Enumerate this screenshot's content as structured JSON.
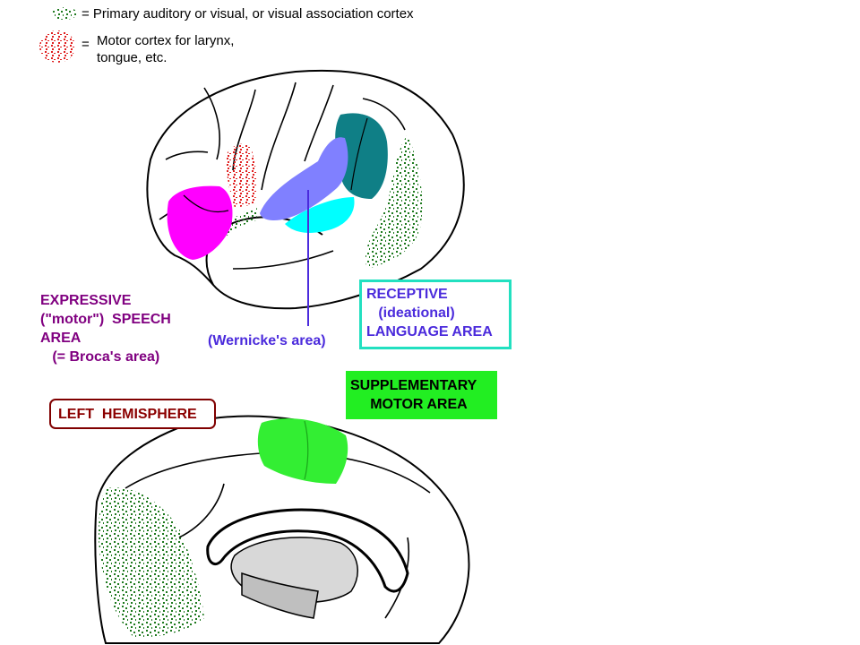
{
  "legend": {
    "association_cortex": "= Primary auditory or visual, or visual association cortex",
    "motor_cortex_eq": "=",
    "motor_cortex_line1": "Motor cortex for larynx,",
    "motor_cortex_line2": "tongue, etc."
  },
  "labels": {
    "expressive": [
      "EXPRESSIVE",
      "(\"motor\")  SPEECH",
      "AREA",
      "   (= Broca's area)"
    ],
    "wernicke": "(Wernicke's area)",
    "receptive": [
      "RECEPTIVE",
      "   (ideational)",
      "LANGUAGE AREA"
    ],
    "supplementary": [
      "SUPPLEMENTARY",
      "     MOTOR AREA"
    ],
    "hemisphere": "LEFT  HEMISPHERE"
  },
  "colors": {
    "broca": "#ff00ff",
    "motor_speckle": "#e02020",
    "association_speckle": "#1f7a1f",
    "wernicke": "#8080ff",
    "auditory": "#00ffff",
    "visual_association": "#0f7f86",
    "supplementary": "#33ee33",
    "expressive_text": "#800080",
    "receptive_text": "#4b2bdc",
    "receptive_border": "#22e0c0",
    "supplementary_bg": "#22ee22",
    "hemisphere_border": "#800000",
    "hemisphere_text": "#8b0000"
  }
}
